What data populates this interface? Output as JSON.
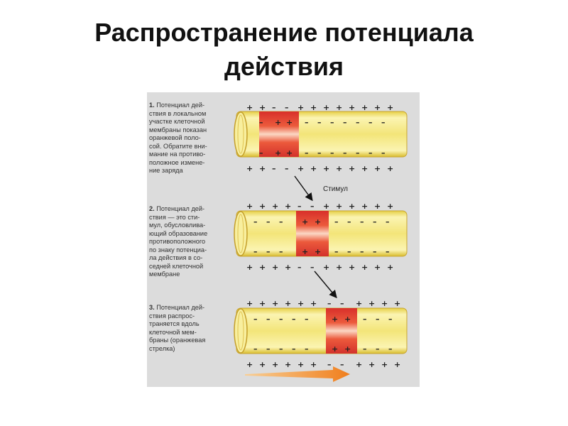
{
  "slide": {
    "title_line1": "Распространение потенциала",
    "title_line2": "действия"
  },
  "diagram": {
    "colors": {
      "background": "#dcdcdc",
      "axon_fill": "#f6eb86",
      "active_zone": "#e03a2e",
      "arrow": "#f08a24"
    },
    "stimulus_label": "Стимул",
    "steps": [
      {
        "number": "1.",
        "caption": "Потенциал дей-\nствия в локальном\nучастке клеточной\nмембраны показан\nоранжевой поло-\nсой. Обратите вни-\nмание на противо-\nположное измене-\nние заряда"
      },
      {
        "number": "2.",
        "caption": "Потенциал дей-\nствия — это сти-\nмул, обусловлива-\nющий образование\nпротивоположного\nпо знаку потенциа-\nла действия в со-\nседней клеточной\nмембране"
      },
      {
        "number": "3.",
        "caption": "Потенциал дей-\nствия распрос-\nтраняется вдоль\nклеточной мем-\nбраны (оранжевая\nстрелка)"
      }
    ]
  }
}
